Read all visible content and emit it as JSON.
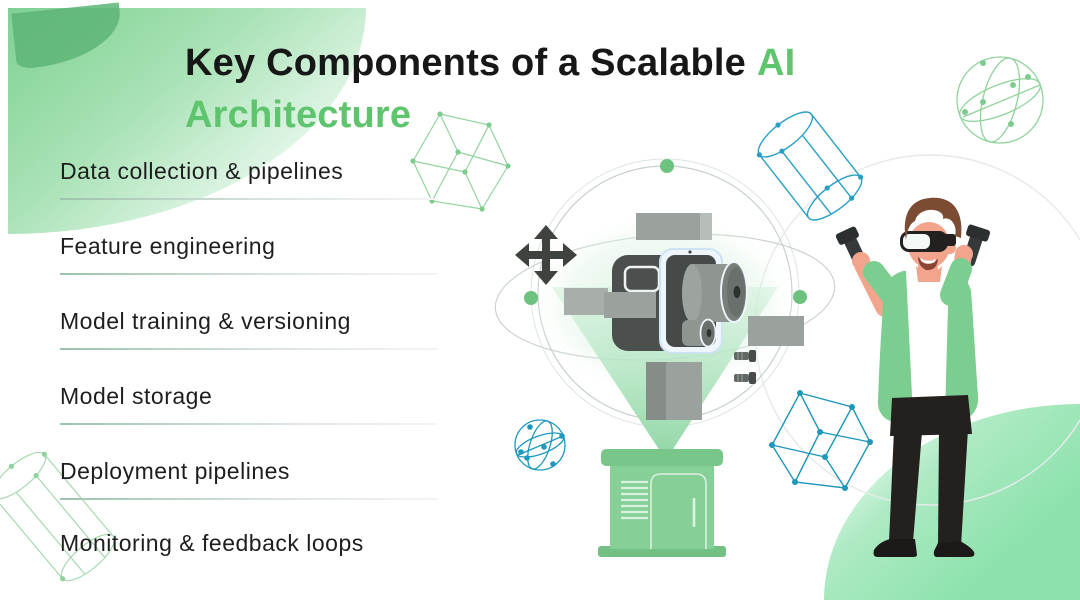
{
  "title": {
    "black": "Key Components of a Scalable",
    "ai": "AI",
    "line2": "Architecture"
  },
  "list": {
    "items": [
      "Data collection & pipelines",
      "Feature engineering",
      "Model training & versioning",
      "Model storage",
      "Deployment pipelines",
      "Monitoring & feedback loops"
    ]
  },
  "colors": {
    "accent_green": "#5ec46d",
    "title_text": "#171717",
    "list_text": "#1e1e1e",
    "underline_green": "#9cc3ab",
    "blob_green_dark": "#5db475",
    "blob_green_light": "#8ce2ac",
    "wireframe_green": "#8fd39b",
    "wireframe_blue": "#2a9fc4",
    "orbit_gray": "#c9d2cd",
    "orbit_dot_green": "#6ec27f",
    "beam_green": "#9fdfb2",
    "pedestal_green": "#86cf97",
    "device_dark_gray": "#4b504e",
    "device_part_gray": "#9ba19d",
    "panel_light_blue": "#eef6fc",
    "shirt_green": "#7ccd90",
    "skin": "#f2a58c",
    "hair_brown": "#7b4b32",
    "pants_black": "#23201e"
  },
  "icons": [
    "move-icon",
    "orbit-rings-icon",
    "hologram-camera-icon",
    "hologram-beam-icon",
    "pedestal-icon",
    "wireframe-cube-green-icon",
    "wireframe-cube-blue-icon",
    "wireframe-cylinder-blue-icon",
    "wireframe-cylinder-green-icon",
    "wireframe-sphere-green-icon",
    "wireframe-sphere-blue-icon",
    "vr-person-icon"
  ]
}
